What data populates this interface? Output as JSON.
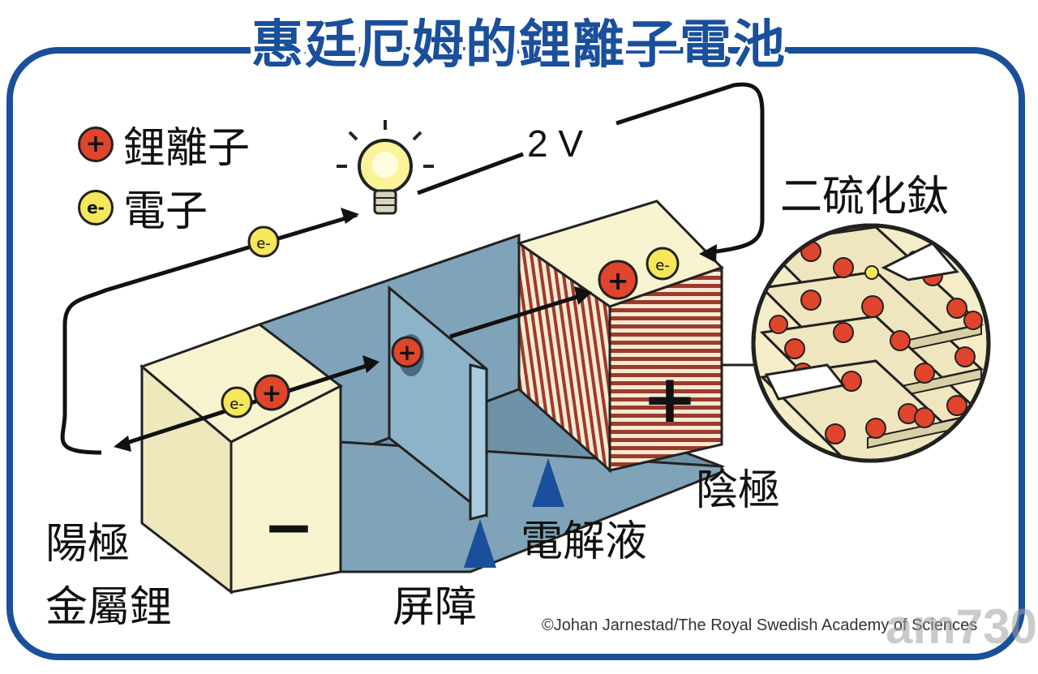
{
  "title": "惠廷厄姆的鋰離子電池",
  "legend": {
    "ion_symbol": "+",
    "ion_label": "鋰離子",
    "electron_symbol": "e-",
    "electron_label": "電子"
  },
  "voltage": "2 V",
  "labels": {
    "cathode_material": "二硫化鈦",
    "cathode": "陰極",
    "anode": "陽極",
    "anode_metal": "金屬鋰",
    "electrolyte": "電解液",
    "separator": "屏障"
  },
  "symbols": {
    "plus": "+",
    "minus": "−",
    "electron": "e-",
    "ion": "+"
  },
  "credit": "©Johan Jarnestad/The Royal Swedish Academy of Sciences",
  "watermark": "am730",
  "colors": {
    "frame": "#1a4f9c",
    "anode_face": "#f8f3cf",
    "tank": "#7fa3b8",
    "cathode_stripe": "#9b3b2c",
    "ion": "#e0452b",
    "electron": "#f4e75a",
    "marker": "#1a4f9c"
  }
}
